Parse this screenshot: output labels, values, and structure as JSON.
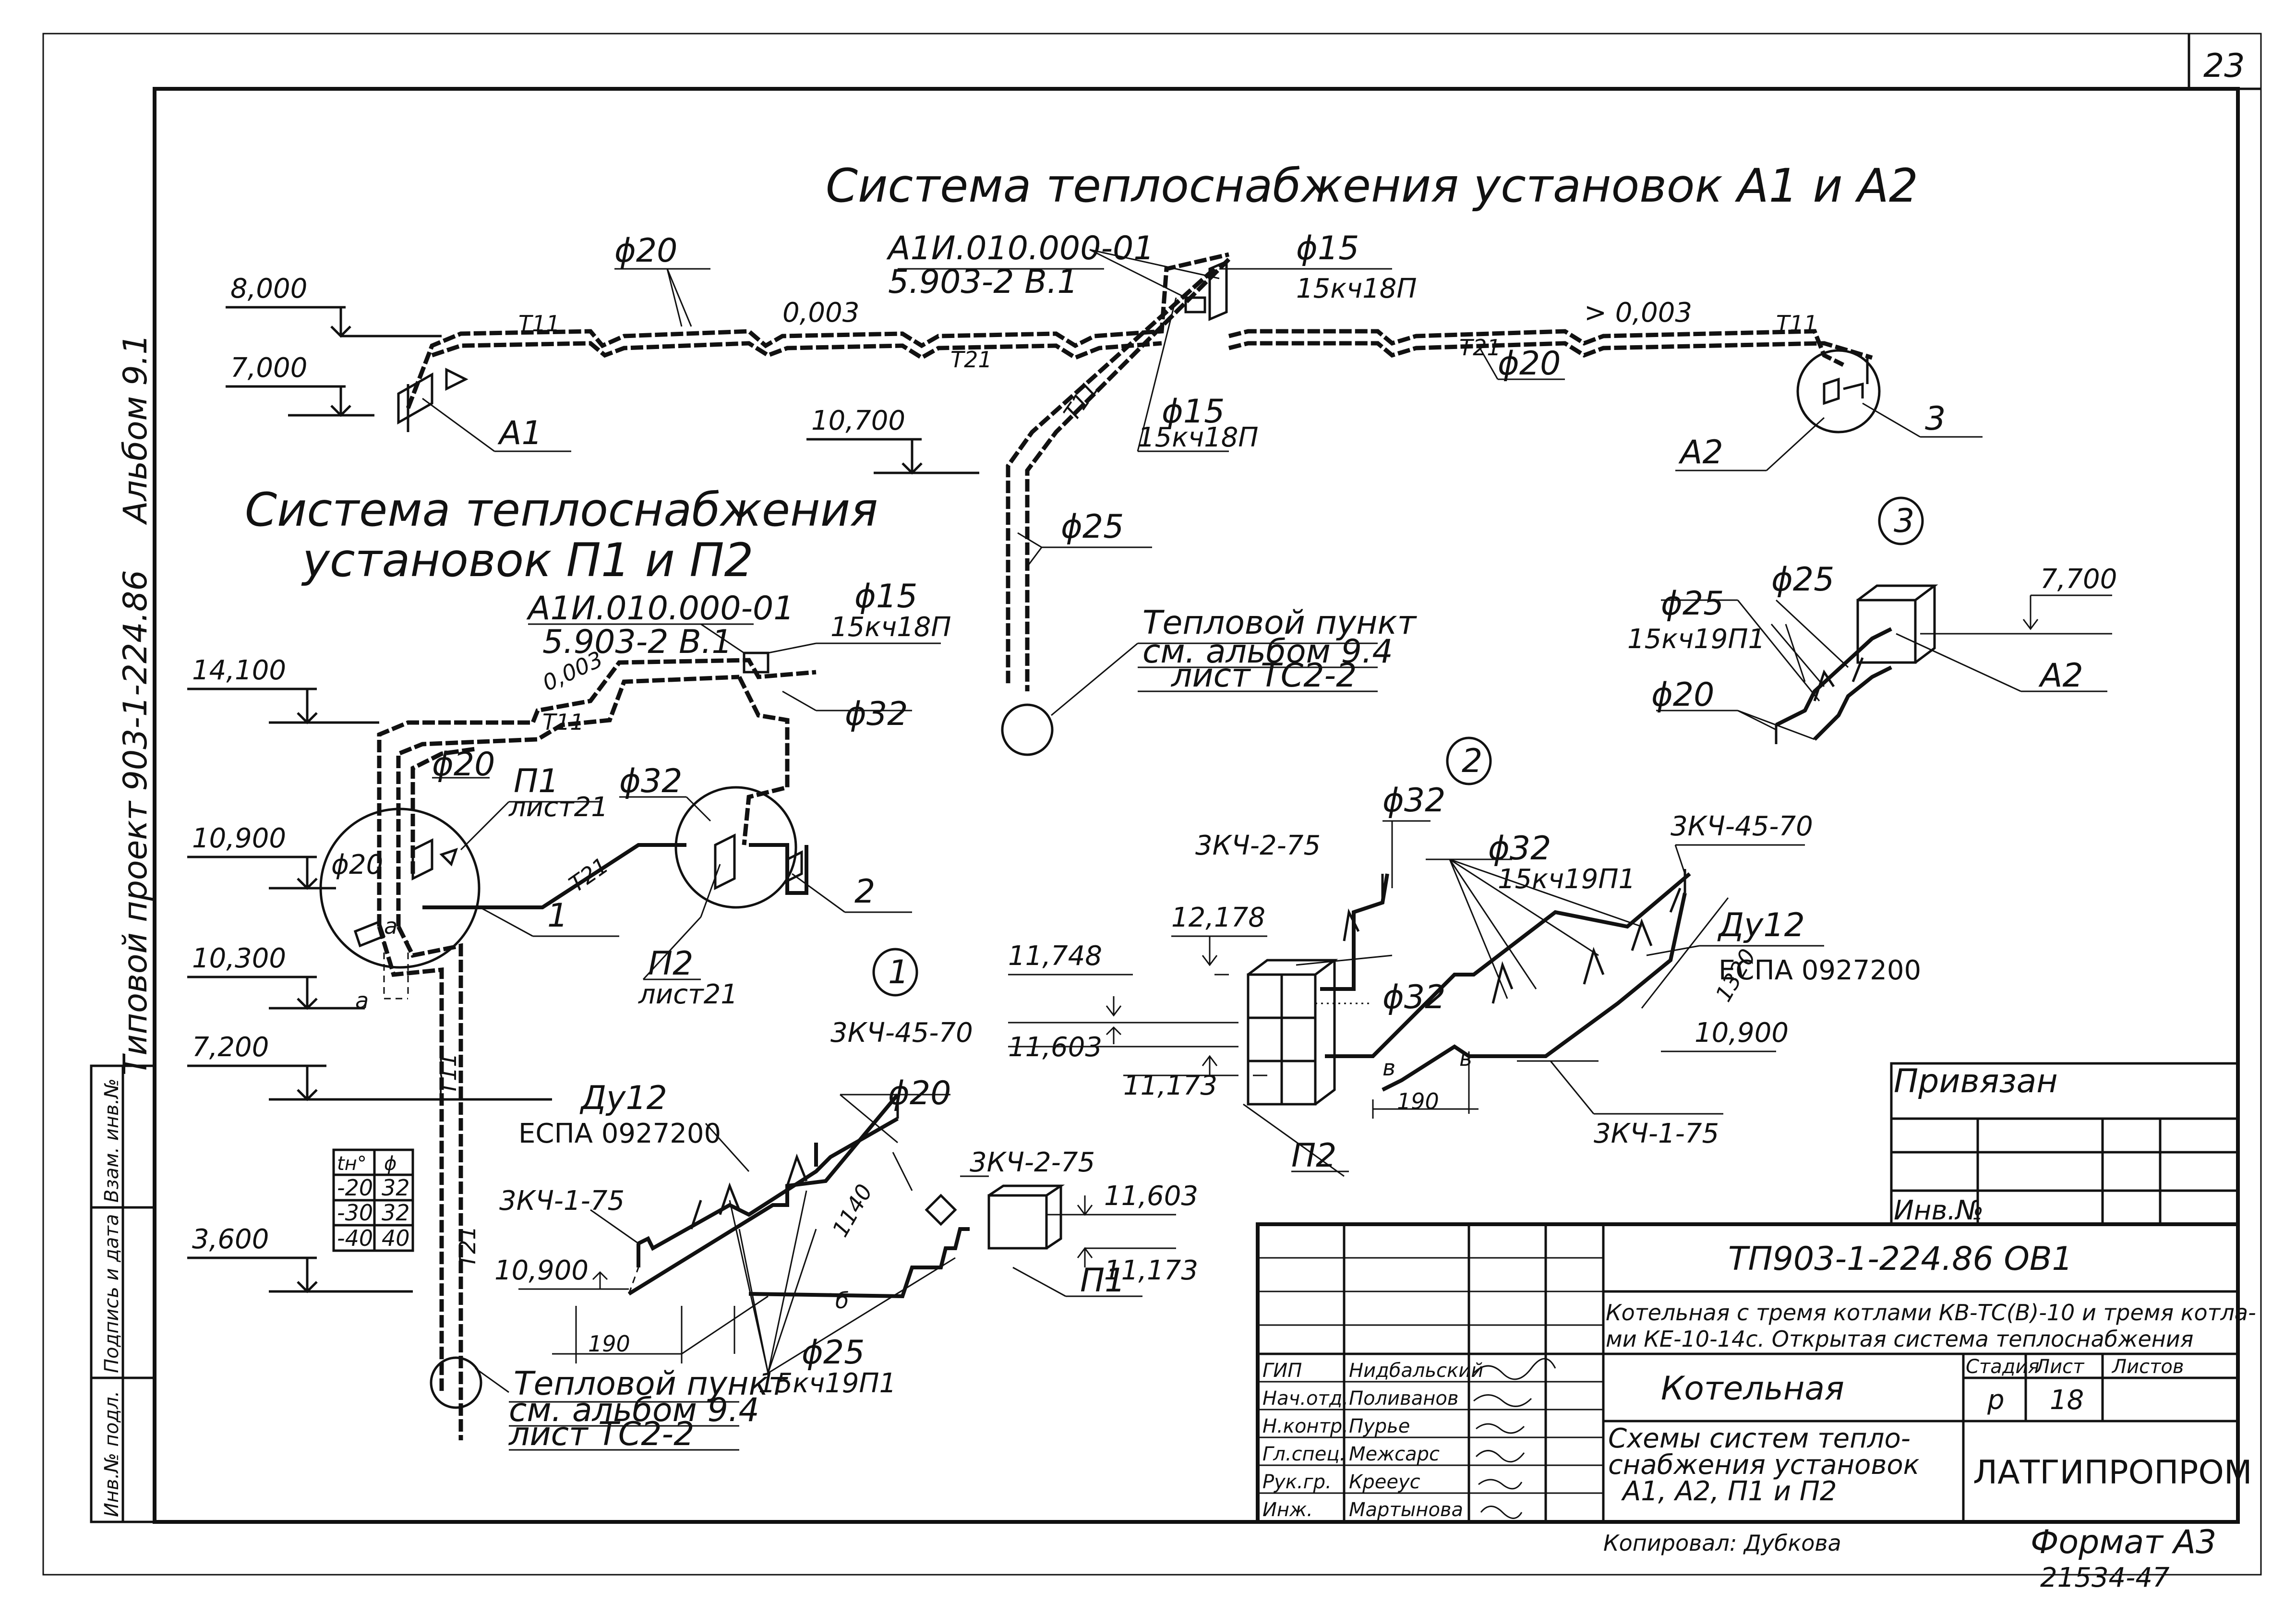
{
  "sheet": {
    "page_number": "23",
    "album": "Альбом 9.1",
    "project": "Типовой проект 903-1-224.86"
  },
  "system_a": {
    "title": "Система теплоснабжения установок А1 и А2",
    "levels": [
      "8,000",
      "7,000",
      "10,700"
    ],
    "pipe_labels": [
      "ϕ20",
      "0,003",
      "ϕ15",
      "15кч18П",
      "ϕ15",
      "15кч18П",
      "> 0,003",
      "ϕ20",
      "ϕ25",
      "Т11",
      "Т21",
      "Т11",
      "Т21",
      "Т11"
    ],
    "device_code": "А1И.010.000-01",
    "device_series": "5.903-2 В.1",
    "units": [
      "А1",
      "А2"
    ],
    "callout": "3",
    "heat_point": [
      "Тепловой пункт",
      "см. альбом 9.4",
      "лист ТС2-2"
    ]
  },
  "system_p": {
    "title": [
      "Система теплоснабжения",
      "установок П1 и П2"
    ],
    "levels": [
      "14,100",
      "10,900",
      "10,300",
      "7,200",
      "3,600"
    ],
    "device_code": "А1И.010.000-01",
    "device_series": "5.903-2 В.1",
    "pipe_labels": [
      "ϕ15",
      "15кч18П",
      "ϕ32",
      "ϕ20",
      "ϕ32",
      "ϕ20",
      "0,003",
      "Т11",
      "Т21",
      "Т11",
      "Т21"
    ],
    "units": [
      {
        "name": "П1",
        "sheet": "лист21"
      },
      {
        "name": "П2",
        "sheet": "лист21"
      }
    ],
    "callouts": [
      "1",
      "2"
    ],
    "marks": [
      "а",
      "а"
    ],
    "heat_point": [
      "Тепловой пункт",
      "см. альбом 9.4",
      "лист ТС2-2"
    ]
  },
  "temp_table": {
    "headers": [
      "tн°",
      "ϕ"
    ],
    "rows": [
      [
        "-20",
        "32"
      ],
      [
        "-30",
        "32"
      ],
      [
        "-40",
        "40"
      ]
    ]
  },
  "detail_1": {
    "number": "1",
    "labels": [
      "3КЧ-45-70",
      "Ду12",
      "ЕСПА 0927200",
      "ϕ20",
      "3КЧ-2-75",
      "3КЧ-1-75",
      "1140",
      "ϕ25",
      "15кч19П1",
      "190",
      "б",
      "П1"
    ],
    "levels": [
      "11,603",
      "11,173",
      "10,900"
    ]
  },
  "detail_2": {
    "number": "2",
    "labels": [
      "ϕ32",
      "3КЧ-2-75",
      "ϕ32",
      "15кч19П1",
      "3КЧ-45-70",
      "Ду12",
      "ЕСПА 0927200",
      "ϕ32",
      "1320",
      "в",
      "в",
      "190",
      "3КЧ-1-75",
      "П2"
    ],
    "levels": [
      "12,178",
      "11,748",
      "11,603",
      "11,173",
      "10,900"
    ]
  },
  "detail_3": {
    "number": "3",
    "labels": [
      "ϕ25",
      "ϕ25",
      "15кч19П1",
      "ϕ20",
      "А2"
    ],
    "levels": [
      "7,700"
    ]
  },
  "binding": {
    "title": "Привязан",
    "inv": "Инв.№"
  },
  "title_block": {
    "doc_code": "ТП903-1-224.86   ОВ1",
    "description_1": "Котельная с тремя котлами КВ-ТС(В)-10 и тремя котла-",
    "description_2": "ми КЕ-10-14с. Открытая система теплоснабжения",
    "object": "Котельная",
    "drawing_1": "Схемы систем тепло-",
    "drawing_2": "снабжения установок",
    "drawing_3": "А1, А2, П1 и П2",
    "stage_label": "Стадия",
    "sheet_label": "Лист",
    "sheets_label": "Листов",
    "stage": "р",
    "sheet": "18",
    "organization": "ЛАТГИПРОПРОМ",
    "roles": [
      {
        "role": "ГИП",
        "name": "Нидбальский"
      },
      {
        "role": "Нач.отд.",
        "name": "Поливанов"
      },
      {
        "role": "Н.контр.",
        "name": "Пурье"
      },
      {
        "role": "Гл.спец.",
        "name": "Межсарс"
      },
      {
        "role": "Рук.гр.",
        "name": "Крееус"
      },
      {
        "role": "Инж.",
        "name": "Мартынова"
      }
    ],
    "copied": "Копировал: Дубкова",
    "format": "Формат А3",
    "archive": "21534-47"
  },
  "side_stamp": [
    "Инв.№ подл.",
    "Подпись и дата",
    "Взам. инв.№"
  ]
}
